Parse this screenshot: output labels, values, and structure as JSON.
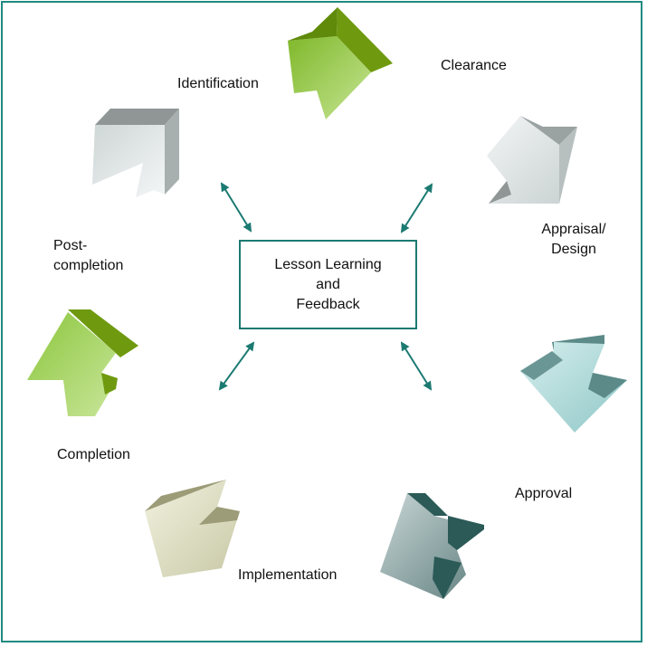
{
  "center": {
    "line1": "Lesson Learning",
    "line2": "and",
    "line3": "Feedback"
  },
  "stages": {
    "identification": "Identification",
    "clearance": "Clearance",
    "appraisal_line1": "Appraisal/",
    "appraisal_line2": "Design",
    "approval": "Approval",
    "implementation": "Implementation",
    "completion": "Completion",
    "post_line1": "Post-",
    "post_line2": "completion"
  },
  "colors": {
    "frame": "#1f8a80",
    "connector": "#1b7a72",
    "green_light": "#a6d45f",
    "green_dark": "#6f9a10",
    "grey_light": "#e6eceb",
    "grey_dark": "#8f9695",
    "teal_light": "#b7dede",
    "teal_dark": "#5b8a88",
    "slate_light": "#9db4b4",
    "slate_dark": "#2b5a57",
    "khaki_light": "#e8e8cf",
    "khaki_dark": "#9c9c78"
  }
}
